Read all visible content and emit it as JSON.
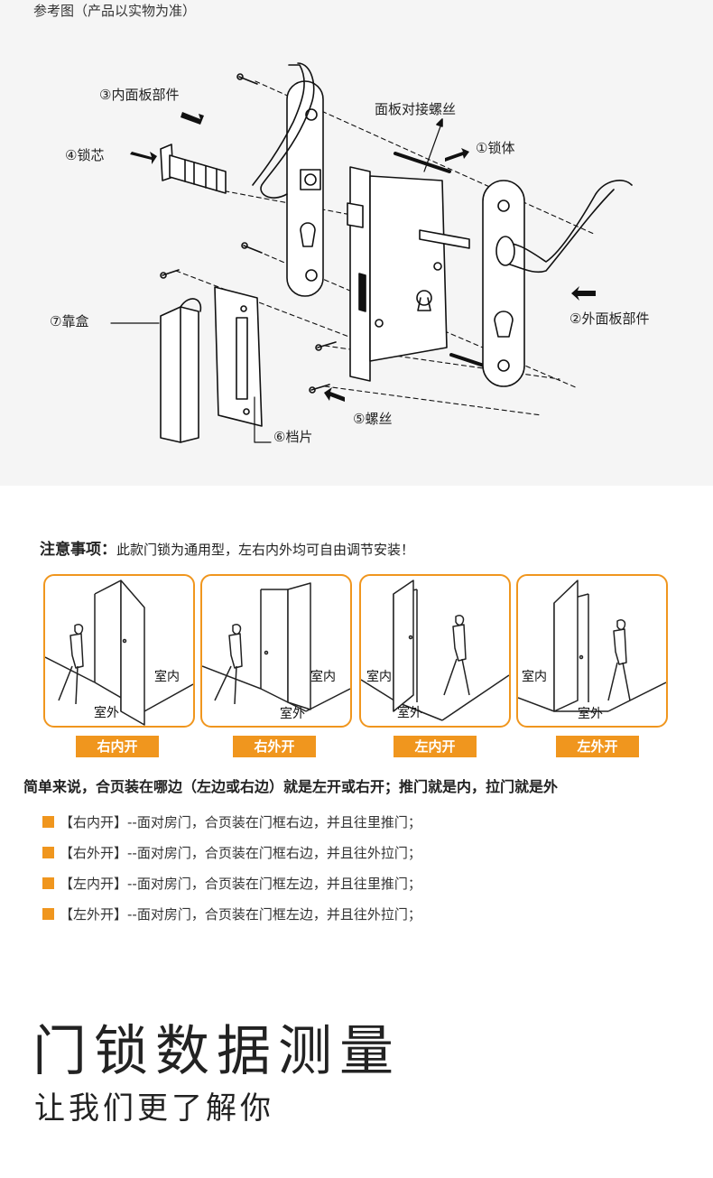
{
  "diagram": {
    "note": "参考图（产品以实物为准）",
    "labels": {
      "inner_panel": "③内面板部件",
      "lock_cylinder": "④锁芯",
      "strike_box": "⑦靠盒",
      "connecting_screws": "面板对接螺丝",
      "lock_body": "①锁体",
      "outer_panel": "②外面板部件",
      "screws": "⑤螺丝",
      "strike_plate": "⑥档片"
    }
  },
  "notice": {
    "title": "注意事项：",
    "text": "此款门锁为通用型，左右内外均可自由调节安装！"
  },
  "doors": [
    {
      "tag": "右内开",
      "indoor": "室内",
      "outdoor": "室外"
    },
    {
      "tag": "右外开",
      "indoor": "室内",
      "outdoor": "室外"
    },
    {
      "tag": "左内开",
      "indoor": "室内",
      "outdoor": "室外"
    },
    {
      "tag": "左外开",
      "indoor": "室内",
      "outdoor": "室外"
    }
  ],
  "summary": "简单来说，合页装在哪边（左边或右边）就是左开或右开；推门就是内，拉门就是外",
  "definitions": [
    "【右内开】--面对房门，合页装在门框右边，并且往里推门；",
    "【右外开】--面对房门，合页装在门框右边，并且往外拉门；",
    "【左内开】--面对房门，合页装在门框左边，并且往里推门；",
    "【左外开】--面对房门，合页装在门框左边，并且往外拉门；"
  ],
  "heading": {
    "title": "门锁数据测量",
    "subtitle": "让我们更了解你"
  },
  "colors": {
    "accent": "#f0961e",
    "diagram_bg": "#f5f5f5"
  }
}
